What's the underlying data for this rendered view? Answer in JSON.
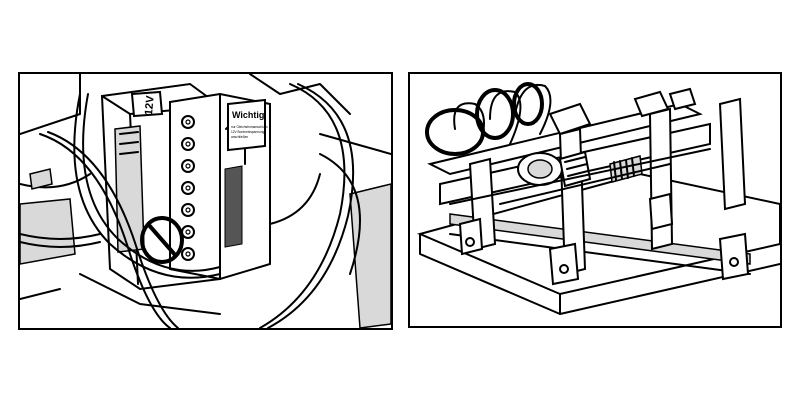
{
  "left_panel": {
    "voltage_label": "12V",
    "warning_title": "Wichtig",
    "warning_lines": [
      "nur Gleichstromanschluss",
      "12V Bordnetzspannung",
      "anschließen"
    ]
  },
  "right_panel": {}
}
